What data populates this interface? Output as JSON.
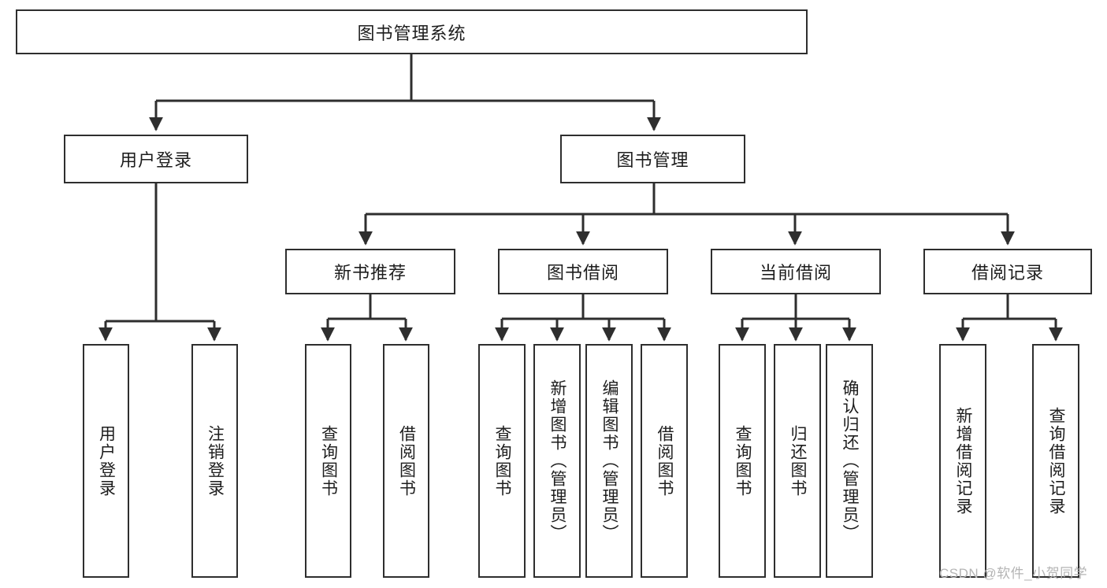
{
  "diagram": {
    "title": "图书管理系统",
    "type": "tree",
    "root": {
      "id": "root",
      "label": "图书管理系统"
    },
    "level2": [
      {
        "id": "user-login",
        "label": "用户登录"
      },
      {
        "id": "book-manage",
        "label": "图书管理"
      }
    ],
    "level3": [
      {
        "id": "new-book-rec",
        "label": "新书推荐"
      },
      {
        "id": "book-borrow",
        "label": "图书借阅"
      },
      {
        "id": "current-borrow",
        "label": "当前借阅"
      },
      {
        "id": "borrow-record",
        "label": "借阅记录"
      }
    ],
    "leaves": {
      "user_login": [
        {
          "id": "leaf-user-login",
          "label": "用户登录"
        },
        {
          "id": "leaf-user-logout",
          "label": "注销登录"
        }
      ],
      "new_book_rec": [
        {
          "id": "leaf-query-book-1",
          "label": "查询图书"
        },
        {
          "id": "leaf-borrow-book-1",
          "label": "借阅图书"
        }
      ],
      "book_borrow": [
        {
          "id": "leaf-query-book-2",
          "label": "查询图书"
        },
        {
          "id": "leaf-add-book",
          "label": "新增图书（管理员）"
        },
        {
          "id": "leaf-edit-book",
          "label": "编辑图书（管理员）"
        },
        {
          "id": "leaf-borrow-book-2",
          "label": "借阅图书"
        }
      ],
      "current_borrow": [
        {
          "id": "leaf-query-book-3",
          "label": "查询图书"
        },
        {
          "id": "leaf-return-book",
          "label": "归还图书"
        },
        {
          "id": "leaf-confirm-return",
          "label": "确认归还（管理员）"
        }
      ],
      "borrow_record": [
        {
          "id": "leaf-add-record",
          "label": "新增借阅记录"
        },
        {
          "id": "leaf-query-record",
          "label": "查询借阅记录"
        }
      ]
    },
    "colors": {
      "stroke": "#2e2e2e",
      "fill": "#ffffff",
      "text": "#1d1d1d",
      "watermark": "#b4b4b4"
    }
  },
  "watermark": {
    "text": "CSDN @软件_小贺同学"
  }
}
